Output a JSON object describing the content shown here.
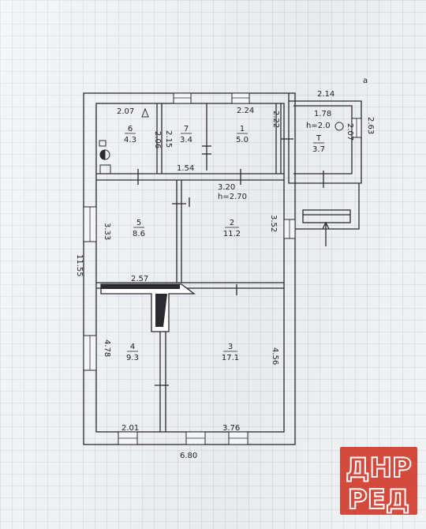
{
  "plan": {
    "top_right_mark": "a",
    "dims": {
      "annex_top": "2.14",
      "annex_inner_top": "1.78",
      "annex_height": "h=2.0",
      "annex_side": "2.63",
      "annex_inner_side": "2.07",
      "room6_top": "2.07",
      "room6_side": "2.06",
      "room7_side": "2.15",
      "room1_top": "2.24",
      "room1_side": "2.22",
      "corridor": "1.54",
      "center_width": "3.20",
      "ceiling_height": "h=2.70",
      "room5_side": "3.33",
      "room2_side": "3.52",
      "total_height": "11.55",
      "room4_top": "2.57",
      "room4_side": "4.78",
      "room3_side": "4.56",
      "room4_bottom": "2.01",
      "room3_bottom": "3.76",
      "total_width": "6.80"
    },
    "rooms": [
      {
        "num": "6",
        "area": "4.3"
      },
      {
        "num": "7",
        "area": "3.4"
      },
      {
        "num": "1",
        "area": "5.0"
      },
      {
        "num": "T",
        "area": "3.7"
      },
      {
        "num": "5",
        "area": "8.6"
      },
      {
        "num": "2",
        "area": "11.2"
      },
      {
        "num": "4",
        "area": "9.3"
      },
      {
        "num": "3",
        "area": "17.1"
      }
    ]
  },
  "watermark": {
    "line1": "ДНР",
    "line2": "РЕД",
    "color": "#d23a2a"
  }
}
